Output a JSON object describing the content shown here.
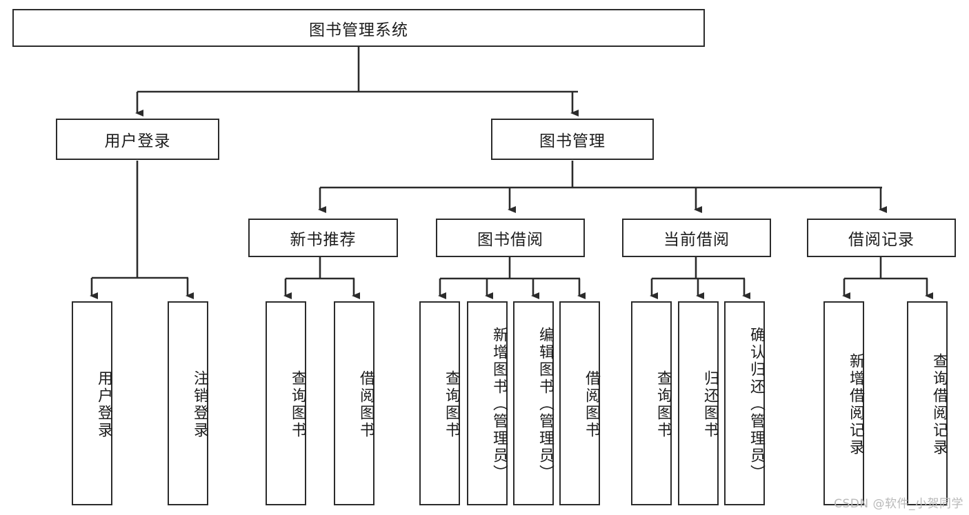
{
  "diagram": {
    "type": "hierarchy-tree",
    "title": "图书管理系统",
    "watermark": "CSDN @软件_小贺同学",
    "colors": {
      "stroke": "#2b2b2b",
      "fill": "#ffffff",
      "text": "#1c1c1c",
      "watermark": "#b9b9b9"
    },
    "nodes": {
      "root": "图书管理系统",
      "level1": [
        "用户登录",
        "图书管理"
      ],
      "level2": [
        "新书推荐",
        "图书借阅",
        "当前借阅",
        "借阅记录"
      ],
      "leaves": {
        "user_login": [
          "用户登录",
          "注销登录"
        ],
        "new_book": [
          "查询图书",
          "借阅图书"
        ],
        "borrow_book": [
          "查询图书",
          "新增图书（管理员）",
          "编辑图书（管理员）",
          "借阅图书"
        ],
        "current_borrow": [
          "查询图书",
          "归还图书",
          "确认归还（管理员）"
        ],
        "borrow_record": [
          "新增借阅记录",
          "查询借阅记录"
        ]
      }
    },
    "edges": [
      {
        "from": "图书管理系统",
        "to": "用户登录"
      },
      {
        "from": "图书管理系统",
        "to": "图书管理"
      },
      {
        "from": "用户登录",
        "to": "用户登录"
      },
      {
        "from": "用户登录",
        "to": "注销登录"
      },
      {
        "from": "图书管理",
        "to": "新书推荐"
      },
      {
        "from": "图书管理",
        "to": "图书借阅"
      },
      {
        "from": "图书管理",
        "to": "当前借阅"
      },
      {
        "from": "图书管理",
        "to": "借阅记录"
      },
      {
        "from": "新书推荐",
        "to": "查询图书"
      },
      {
        "from": "新书推荐",
        "to": "借阅图书"
      },
      {
        "from": "图书借阅",
        "to": "查询图书"
      },
      {
        "from": "图书借阅",
        "to": "新增图书（管理员）"
      },
      {
        "from": "图书借阅",
        "to": "编辑图书（管理员）"
      },
      {
        "from": "图书借阅",
        "to": "借阅图书"
      },
      {
        "from": "当前借阅",
        "to": "查询图书"
      },
      {
        "from": "当前借阅",
        "to": "归还图书"
      },
      {
        "from": "当前借阅",
        "to": "确认归还（管理员）"
      },
      {
        "from": "借阅记录",
        "to": "新增借阅记录"
      },
      {
        "from": "借阅记录",
        "to": "查询借阅记录"
      }
    ]
  }
}
